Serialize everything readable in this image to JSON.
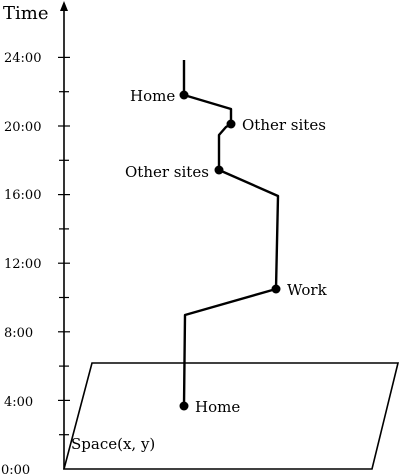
{
  "axis": {
    "title": "Time",
    "ticks": [
      {
        "label": "0:00",
        "hour": 0
      },
      {
        "label": "4:00",
        "hour": 4
      },
      {
        "label": "8:00",
        "hour": 8
      },
      {
        "label": "12:00",
        "hour": 12
      },
      {
        "label": "16:00",
        "hour": 16
      },
      {
        "label": "20:00",
        "hour": 20
      },
      {
        "label": "24:00",
        "hour": 24
      }
    ],
    "minor_ticks_per_interval": 1
  },
  "plane": {
    "label": "Space(x, y)"
  },
  "stops": [
    {
      "label": "Home"
    },
    {
      "label": "Work"
    },
    {
      "label": "Other sites"
    },
    {
      "label": "Other sites"
    },
    {
      "label": "Home"
    }
  ],
  "colors": {
    "ink": "#000000",
    "background": "#ffffff"
  }
}
